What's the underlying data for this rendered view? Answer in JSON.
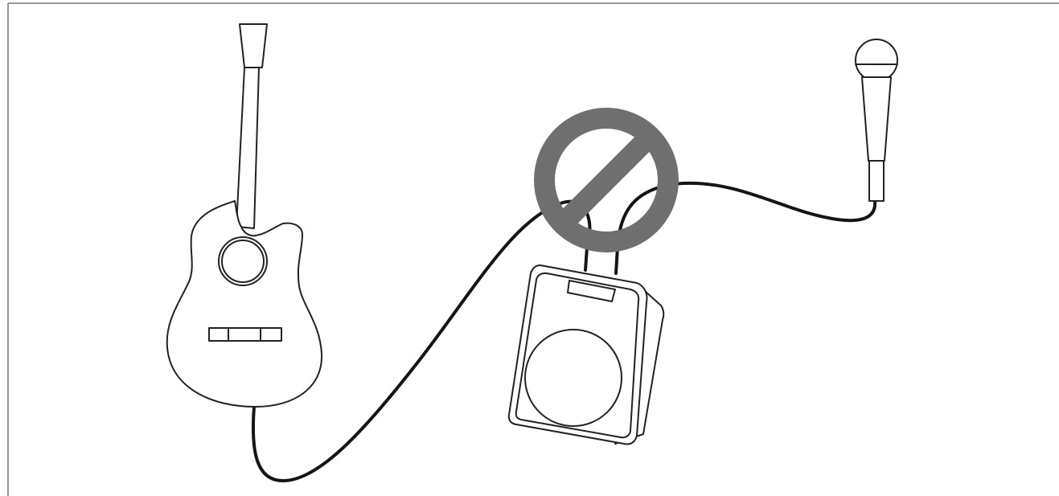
{
  "figure": {
    "elements": [
      {
        "name": "acoustic-guitar-icon",
        "kind": "illustration"
      },
      {
        "name": "speaker-monitor-icon",
        "kind": "illustration"
      },
      {
        "name": "microphone-icon",
        "kind": "illustration"
      },
      {
        "name": "prohibited-icon",
        "kind": "symbol",
        "meaning": "not allowed"
      }
    ],
    "connections": [
      {
        "from": "acoustic-guitar-icon",
        "to": "speaker-monitor-icon"
      },
      {
        "from": "microphone-icon",
        "to": "speaker-monitor-icon"
      }
    ]
  },
  "colors": {
    "line": "#222222",
    "cable": "#151515",
    "prohibited_symbol": "#6f6f6f",
    "frame": "#777777",
    "background": "#ffffff"
  }
}
